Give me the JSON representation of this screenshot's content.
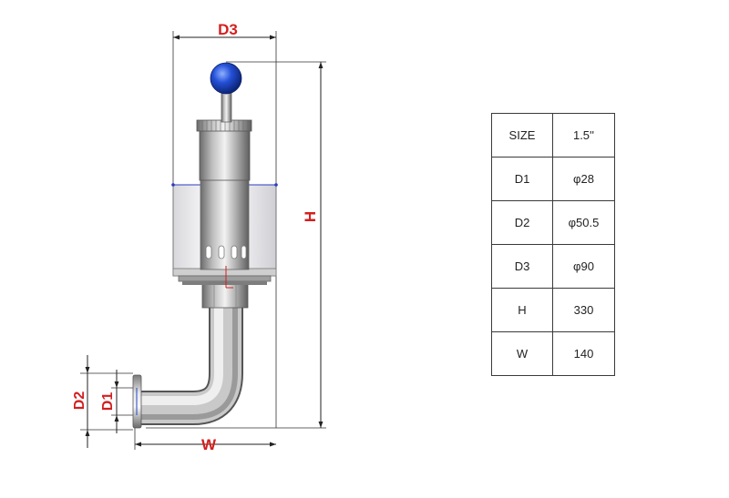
{
  "dimensions": {
    "d3": "D3",
    "h": "H",
    "d2": "D2",
    "d1": "D1",
    "w": "W"
  },
  "spec_table": [
    {
      "key": "SIZE",
      "value": "1.5''"
    },
    {
      "key": "D1",
      "value": "φ28"
    },
    {
      "key": "D2",
      "value": "φ50.5"
    },
    {
      "key": "D3",
      "value": "φ90"
    },
    {
      "key": "H",
      "value": "330"
    },
    {
      "key": "W",
      "value": "140"
    }
  ],
  "colors": {
    "dimension_label": "#d41f1f",
    "knob": "#1f46c8",
    "dimension_line": "#222222"
  }
}
